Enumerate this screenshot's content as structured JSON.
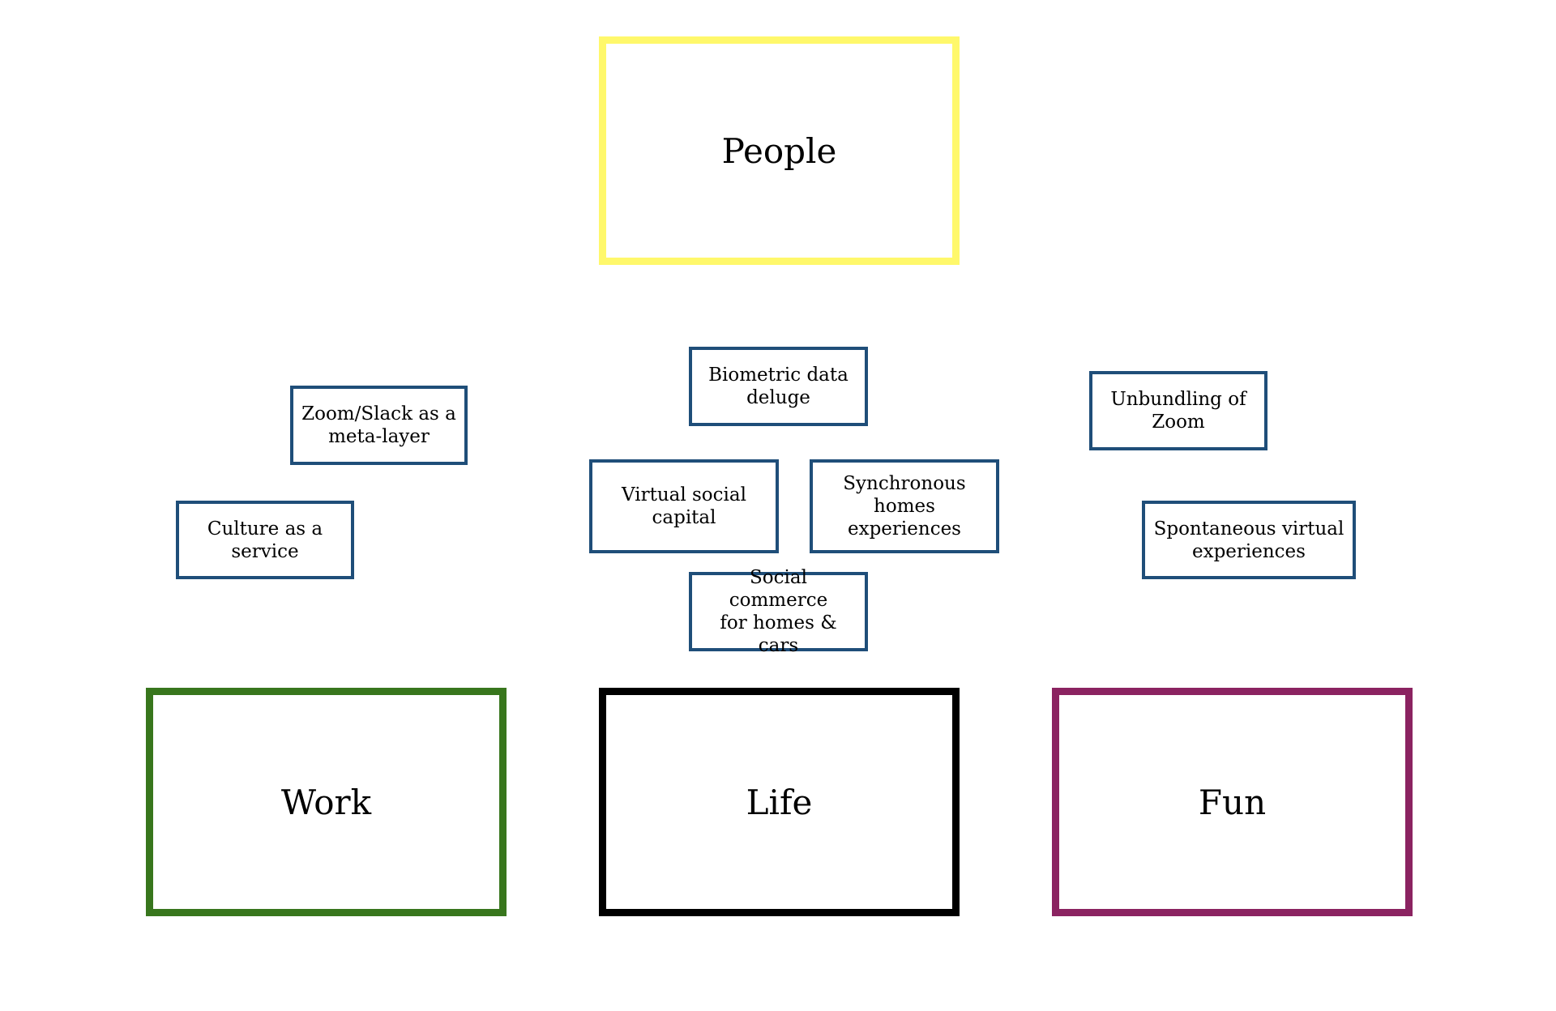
{
  "colors": {
    "people": "#fff86b",
    "work": "#38761d",
    "life": "#000000",
    "fun": "#8b2361",
    "idea": "#1f4e79"
  },
  "categories": {
    "people": "People",
    "work": "Work",
    "life": "Life",
    "fun": "Fun"
  },
  "ideas": {
    "zoom_slack": "Zoom/Slack as a\nmeta-layer",
    "culture": "Culture as a\nservice",
    "biometric": "Biometric data\ndeluge",
    "virtual_social": "Virtual social\ncapital",
    "synchronous": "Synchronous\nhomes experiences",
    "social_commerce": "Social commerce\nfor homes & cars",
    "unbundling": "Unbundling of\nZoom",
    "spontaneous": "Spontaneous virtual\nexperiences"
  }
}
